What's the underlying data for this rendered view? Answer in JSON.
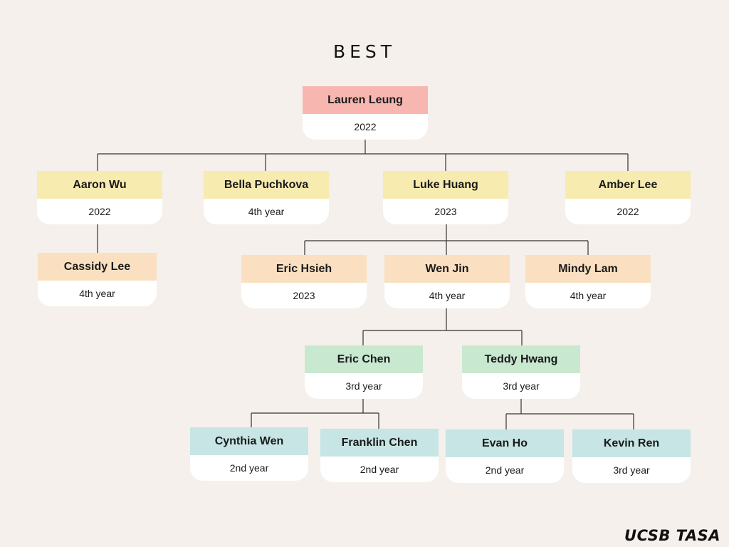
{
  "title": "BEST",
  "brand": "UCSB TASA",
  "colors": {
    "background": "#f5f0eb",
    "level_root": "#f7b7b0",
    "level_1": "#f7ebb0",
    "level_2": "#fae0c0",
    "level_3": "#c8e8d0",
    "level_4": "#c6e5e4",
    "connector": "#333333"
  },
  "nodes": {
    "lauren": {
      "name": "Lauren Leung",
      "detail": "2022"
    },
    "aaron": {
      "name": "Aaron Wu",
      "detail": "2022"
    },
    "bella": {
      "name": "Bella Puchkova",
      "detail": "4th year"
    },
    "luke": {
      "name": "Luke Huang",
      "detail": "2023"
    },
    "amber": {
      "name": "Amber Lee",
      "detail": "2022"
    },
    "cassidy": {
      "name": "Cassidy Lee",
      "detail": "4th year"
    },
    "eric_hsieh": {
      "name": "Eric Hsieh",
      "detail": "2023"
    },
    "wen": {
      "name": "Wen Jin",
      "detail": "4th year"
    },
    "mindy": {
      "name": "Mindy Lam",
      "detail": "4th year"
    },
    "eric_chen": {
      "name": "Eric Chen",
      "detail": "3rd year"
    },
    "teddy": {
      "name": "Teddy Hwang",
      "detail": "3rd year"
    },
    "cynthia": {
      "name": "Cynthia Wen",
      "detail": "2nd year"
    },
    "franklin": {
      "name": "Franklin Chen",
      "detail": "2nd year"
    },
    "evan": {
      "name": "Evan Ho",
      "detail": "2nd year"
    },
    "kevin": {
      "name": "Kevin Ren",
      "detail": "3rd year"
    }
  }
}
